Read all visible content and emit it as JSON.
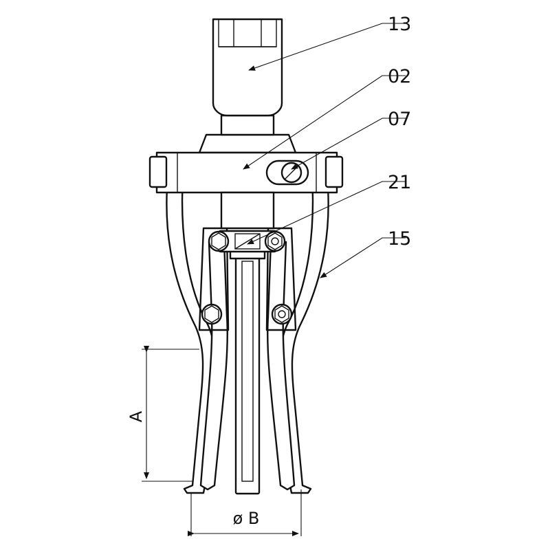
{
  "callouts": [
    {
      "id": "13",
      "label": "13"
    },
    {
      "id": "02",
      "label": "02"
    },
    {
      "id": "07",
      "label": "07"
    },
    {
      "id": "21",
      "label": "21"
    },
    {
      "id": "15",
      "label": "15"
    }
  ],
  "dimensions": {
    "jaw_depth": "A",
    "grip_diameter": "ø B"
  },
  "colors": {
    "line": "#111111",
    "background": "#ffffff"
  }
}
